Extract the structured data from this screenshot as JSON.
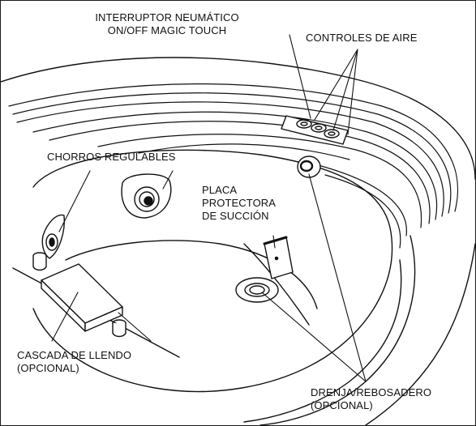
{
  "labels": {
    "pneumatic_switch": [
      "INTERRUPTOR NEUMÁTICO",
      "ON/OFF MAGIC TOUCH"
    ],
    "air_controls": "CONTROLES DE AIRE",
    "adjustable_jets": "CHORROS REGULABLES",
    "suction_plate": [
      "PLACA",
      "PROTECTORA",
      "DE SUCCIÓN"
    ],
    "waterfall": [
      "CASCADA DE LLENDO",
      "(OPCIONAL)"
    ],
    "drain_overflow": [
      "DRENJA/REBOSADERO",
      "(OPCIONAL)"
    ]
  },
  "colors": {
    "ink": "#111111",
    "fill": "#ffffff",
    "shade": "#444444"
  }
}
